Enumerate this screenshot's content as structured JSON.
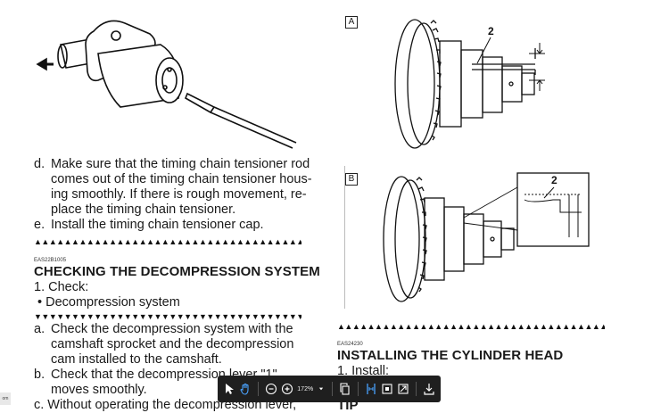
{
  "page": {
    "left": {
      "step_d_marker": "d.",
      "step_d_lines": [
        "Make sure that the timing chain tensioner rod",
        "comes out of the timing chain tensioner hous-",
        "ing smoothly. If there is rough movement, re-",
        "place the timing chain tensioner."
      ],
      "step_e_marker": "e.",
      "step_e_text": "Install the timing chain tensioner cap.",
      "section_code": "EAS22B1005",
      "section_title": "CHECKING THE DECOMPRESSION SYSTEM",
      "check_step": "1. Check:",
      "check_bullet": "• Decompression system",
      "step_a_marker": "a.",
      "step_a_lines": [
        "Check the decompression system with the",
        "camshaft sprocket and the decompression",
        "cam installed to the camshaft."
      ],
      "step_b_marker": "b.",
      "step_b_lines": [
        "Check that the decompression lever \"1\"",
        "moves smoothly."
      ],
      "step_c_partial": "c.   Without operating the decompression lever,"
    },
    "right": {
      "figure_a_label": "A",
      "figure_a_callout": "2",
      "figure_b_label": "B",
      "figure_b_callout": "2",
      "section_code": "EAS24230",
      "section_title": "INSTALLING THE CYLINDER HEAD",
      "install_step": "1. Install:",
      "tip_partial": "TIP"
    },
    "corner_label": "om"
  },
  "toolbar": {
    "zoom_level": "172%",
    "tools": [
      "select-tool-icon",
      "hand-tool-icon",
      "zoom-out-icon",
      "zoom-in-icon",
      "zoom-dropdown-icon",
      "copy-page-icon",
      "fit-width-icon",
      "fit-page-icon",
      "fullscreen-icon",
      "download-icon"
    ]
  }
}
